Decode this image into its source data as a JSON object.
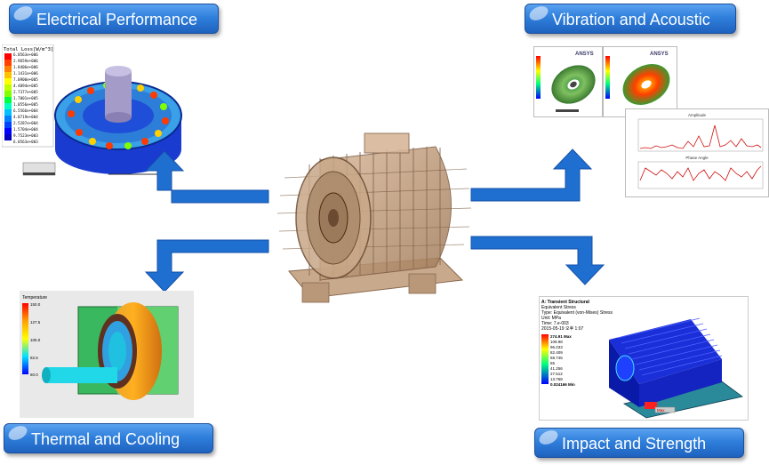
{
  "titles": {
    "electrical": "Electrical Performance",
    "vibration": "Vibration and Acoustic",
    "thermal": "Thermal and Cooling",
    "impact": "Impact and Strength"
  },
  "electrical_panel": {
    "legend_title": "Total Loss[W/m^3]",
    "legend_values": [
      "6.0563e+006",
      "2.9659e+006",
      "1.8406e+006",
      "1.1431e+006",
      "7.0900e+005",
      "4.4094e+005",
      "2.7377e+005",
      "1.7001e+005",
      "1.0556e+005",
      "6.5566e+004",
      "4.0719e+004",
      "2.5287e+004",
      "1.5704e+004",
      "9.7523e+003",
      "6.0563e+003"
    ]
  },
  "thermal_panel": {
    "legend_title": "Temperature",
    "legend_values": [
      "150.0",
      "127.5",
      "105.0",
      "82.5",
      "60.0"
    ]
  },
  "impact_panel": {
    "header_lines": [
      "A: Transient Structural",
      "Equivalent Stress",
      "Type: Equivalent (von-Mises) Stress",
      "Unit: MPa",
      "Time: 7.e-003",
      "2015-05-19 오후 1:07"
    ],
    "legend_values": [
      "274.91 Max",
      "109.98",
      "96.233",
      "82.409",
      "68.745",
      "55",
      "41.256",
      "27.512",
      "13.768",
      "0.024166 Min"
    ],
    "max_label": "Max"
  },
  "vibration_panel": {
    "brand": "ANSYS",
    "chart_amplitude_title": "Amplitude",
    "chart_phase_title": "Phase Angle"
  },
  "colors": {
    "arrow_blue": "#1f6fd0",
    "title_blue": "#2f7fdc"
  }
}
